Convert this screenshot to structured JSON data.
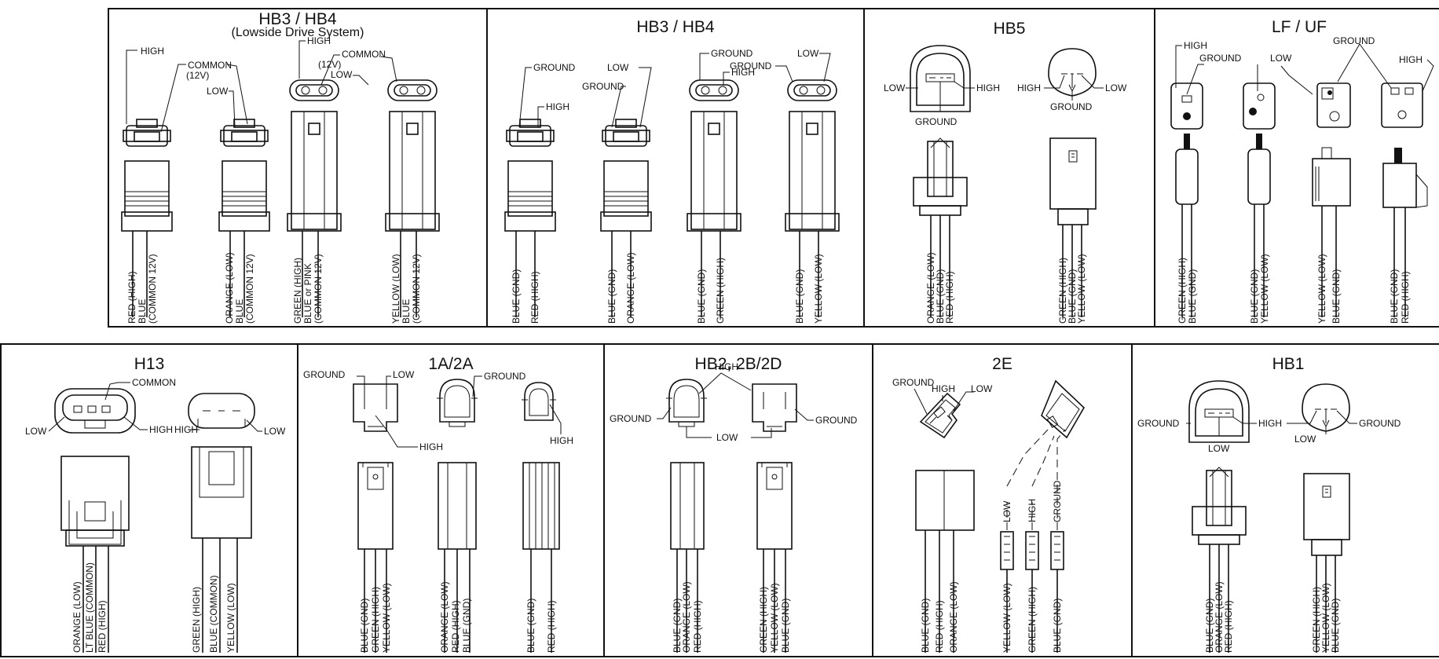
{
  "panels": {
    "hb3_lowside": {
      "title": "HB3 / HB4",
      "subtitle": "(Lowside Drive System)",
      "labels": {
        "high": "HIGH",
        "common": "COMMON",
        "v12": "(12V)",
        "low": "LOW",
        "high2": "HIGH",
        "common2": "COMMON",
        "v12b": "(12V)",
        "low2": "LOW"
      },
      "wires": [
        [
          "RED (HIGH)",
          "BLUE",
          "(COMMON 12V)"
        ],
        [
          "ORANGE (LOW)",
          "BLUE",
          "(COMMON 12V)"
        ],
        [
          "GREEN (HIGH)",
          "BLUE or PINK",
          "(COMMON 12V)"
        ],
        [
          "YELLOW (LOW)",
          "BLUE",
          "(COMMON 12V)"
        ]
      ]
    },
    "hb3": {
      "title": "HB3 / HB4",
      "labels": {
        "ground1": "GROUND",
        "high1": "HIGH",
        "ground2": "GROUND",
        "low2": "LOW",
        "ground3": "GROUND",
        "high3": "HIGH",
        "ground4": "GROUND",
        "low4": "LOW"
      },
      "wires": [
        [
          "BLUE (GND)",
          "RED (HIGH)"
        ],
        [
          "BLUE (GND)",
          "ORANGE (LOW)"
        ],
        [
          "BLUE (GND)",
          "GREEN (HIGH)"
        ],
        [
          "BLUE (GND)",
          "YELLOW (LOW)"
        ]
      ]
    },
    "hb5": {
      "title": "HB5",
      "labels": {
        "low1": "LOW",
        "ground1": "GROUND",
        "high1": "HIGH",
        "high2": "HIGH",
        "ground2": "GROUND",
        "low2": "LOW"
      },
      "wires": [
        [
          "ORANGE (LOW)",
          "BLUE (GND)",
          "RED (HIGH)"
        ],
        [
          "GREEN (HIGH)",
          "BLUE (GND)",
          "YELLOW (LOW)"
        ]
      ]
    },
    "lfuf": {
      "title": "LF / UF",
      "labels": {
        "high1": "HIGH",
        "ground1": "GROUND",
        "low": "LOW",
        "ground2": "GROUND",
        "high2": "HIGH"
      },
      "wires": [
        [
          "GREEN (HIGH)",
          "BLUE (GND)"
        ],
        [
          "BLUE (GND)",
          "YELLOW (LOW)"
        ],
        [
          "YELLOW (LOW)",
          "BLUE (GND)"
        ],
        [
          "BLUE (GND)",
          "RED (HIGH)"
        ]
      ]
    },
    "h13": {
      "title": "H13",
      "labels": {
        "common": "COMMON",
        "low1": "LOW",
        "high1": "HIGH",
        "high2": "HIGH",
        "low2": "LOW"
      },
      "wires": [
        [
          "ORANGE (LOW)",
          "LT BLUE (COMMON)",
          "RED (HIGH)"
        ],
        [
          "GREEN (HIGH)",
          "BLUE (COMMON)",
          "YELLOW (LOW)"
        ]
      ]
    },
    "a12": {
      "title": "1A/2A",
      "labels": {
        "ground1": "GROUND",
        "low": "LOW",
        "ground2": "GROUND",
        "high1": "HIGH",
        "high2": "HIGH"
      },
      "wires": [
        [
          "BLUE (GND)",
          "GREEN (HIGH)",
          "YELLOW (LOW)"
        ],
        [
          "ORANGE (LOW)",
          "RED (HIGH)",
          "BLUE (GND)"
        ],
        [
          "BLUE (GND)",
          "RED (HIGH)"
        ]
      ]
    },
    "hb2": {
      "title": "HB2, 2B/2D",
      "labels": {
        "high": "HIGH",
        "ground1": "GROUND",
        "ground2": "GROUND",
        "low": "LOW"
      },
      "wires": [
        [
          "BLUE (GND)",
          "ORANGE (LOW)",
          "RED (HIGH)"
        ],
        [
          "GREEN (HIGH)",
          "YELLOW (LOW)",
          "BLUE (GND)"
        ]
      ]
    },
    "e2": {
      "title": "2E",
      "labels": {
        "ground": "GROUND",
        "high": "HIGH",
        "low": "LOW",
        "low_v": "LOW",
        "high_v": "HIGH",
        "ground_v": "GROUND"
      },
      "wires": [
        [
          "BLUE (GND)",
          "RED (HIGH)",
          "ORANGE (LOW)"
        ],
        [
          "YELLOW (LOW)"
        ],
        [
          "GREEN (HIGH)"
        ],
        [
          "BLUE (GND)"
        ]
      ]
    },
    "hb1": {
      "title": "HB1",
      "labels": {
        "ground1": "GROUND",
        "high": "HIGH",
        "ground2": "GROUND",
        "low1": "LOW",
        "low2": "LOW"
      },
      "wires": [
        [
          "BLUE (GND)",
          "ORANGE (LOW)",
          "RED (HIGH)"
        ],
        [
          "GREEN (HIGH)",
          "YELLOW (LOW)",
          "BLUE (GND)"
        ]
      ]
    }
  }
}
